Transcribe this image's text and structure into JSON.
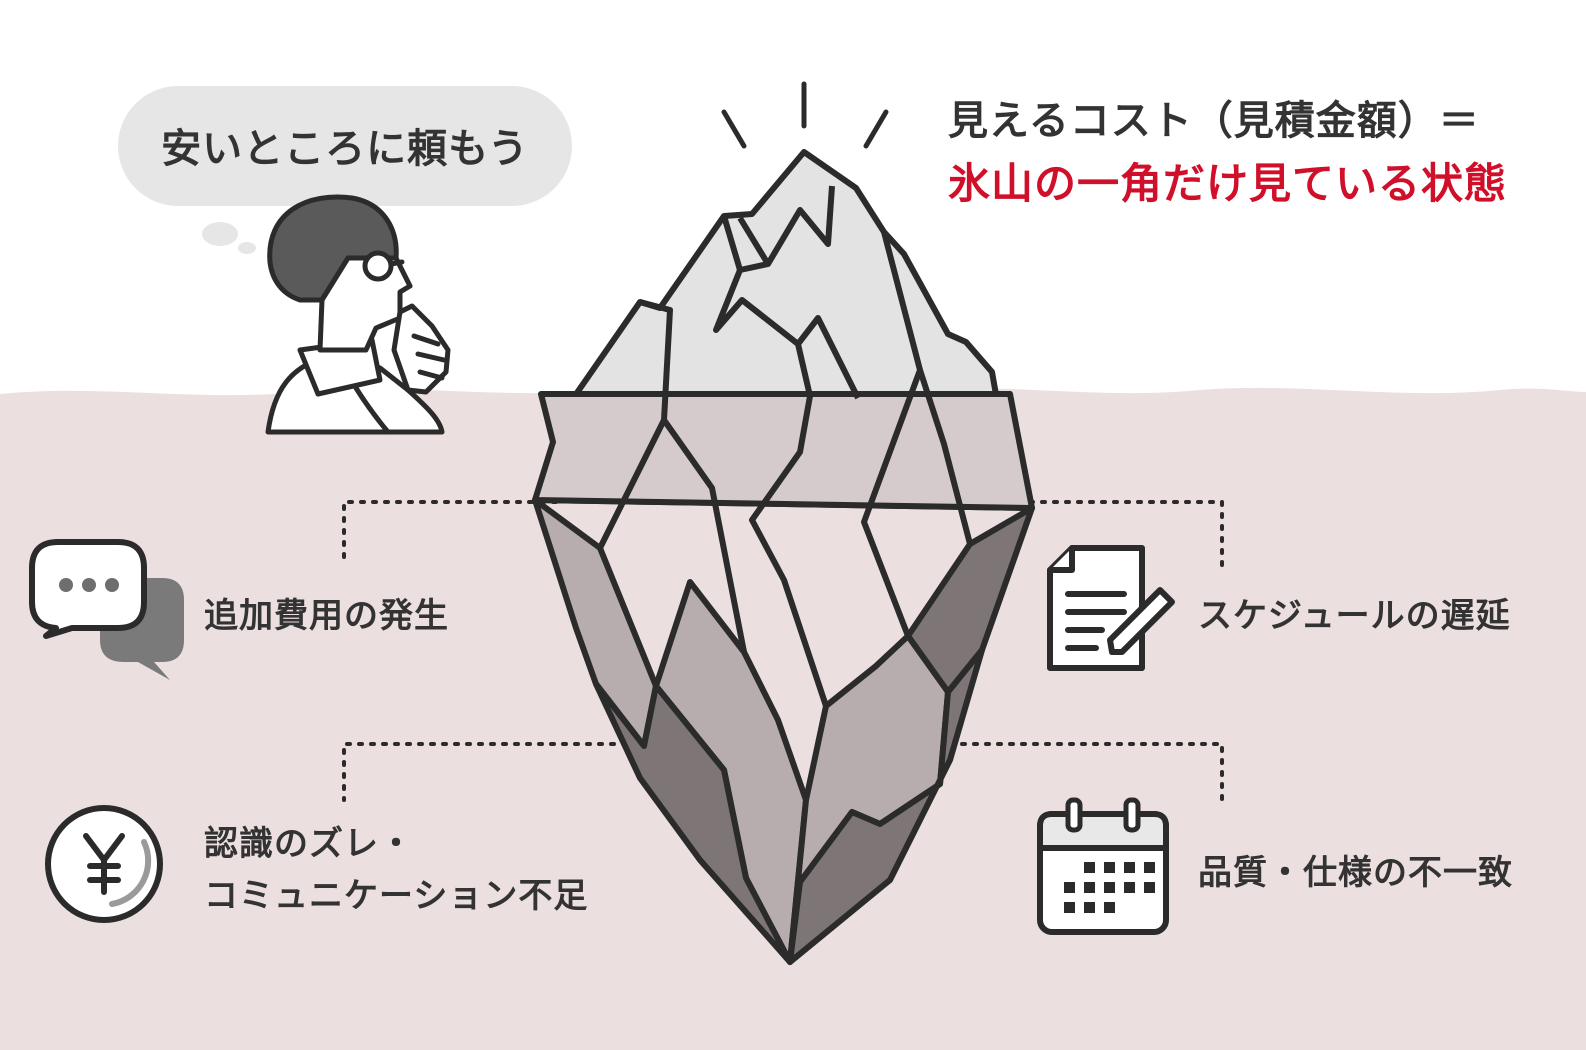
{
  "bubble": {
    "text": "安いところに頼もう"
  },
  "heading": {
    "line1": "見えるコスト（見積金額）＝",
    "line2": "氷山の一角だけ見ている状態"
  },
  "labels": {
    "additional_cost": "追加費用の発生",
    "recognition_gap_line1": "認識のズレ・",
    "recognition_gap_line2": "コミュニケーション不足",
    "schedule_delay": "スケジュールの遅延",
    "quality_mismatch": "品質・仕様の不一致"
  },
  "icons": {
    "top_left": "chat-bubbles-icon",
    "bottom_left": "yen-coin-icon",
    "top_right": "document-pencil-icon",
    "bottom_right": "calendar-icon",
    "person": "thinking-person-icon",
    "iceberg": "iceberg-illustration"
  },
  "colors": {
    "water": "#ecdfe0",
    "outline": "#2b2b2b",
    "accent_red": "#d0102a",
    "bubble_fill": "#e6e6e6",
    "ice_top": "#e3e3e3",
    "ice_light": "#d6cbcc",
    "ice_mid": "#b8adae",
    "ice_dark": "#7e7676"
  }
}
